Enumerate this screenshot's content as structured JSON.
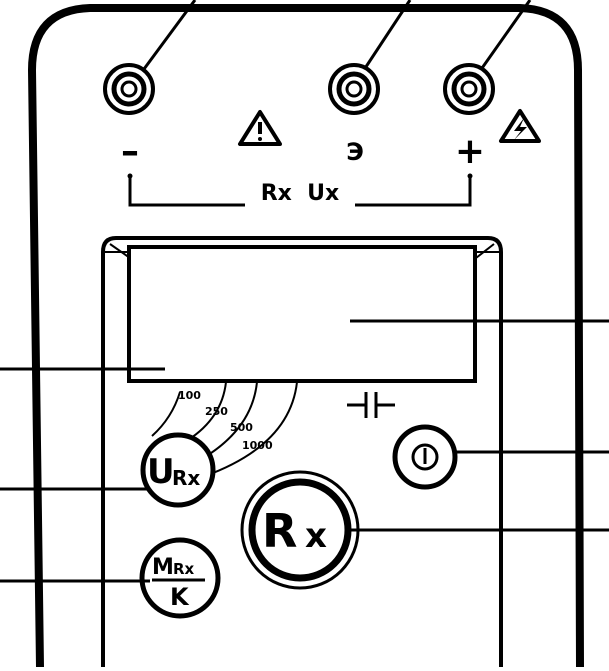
{
  "terminals": {
    "minus_label": "–",
    "ground_label": "Э",
    "plus_label": "+",
    "measure_label": "Rx  Ux"
  },
  "voltage_scale": [
    "100",
    "250",
    "500",
    "1000"
  ],
  "buttons": {
    "urx": {
      "main": "U",
      "sub": "Rx"
    },
    "mrx": {
      "top_main": "M",
      "top_sub": "Rx",
      "bottom": "K"
    },
    "rx": {
      "main": "R",
      "sub": "x"
    }
  }
}
